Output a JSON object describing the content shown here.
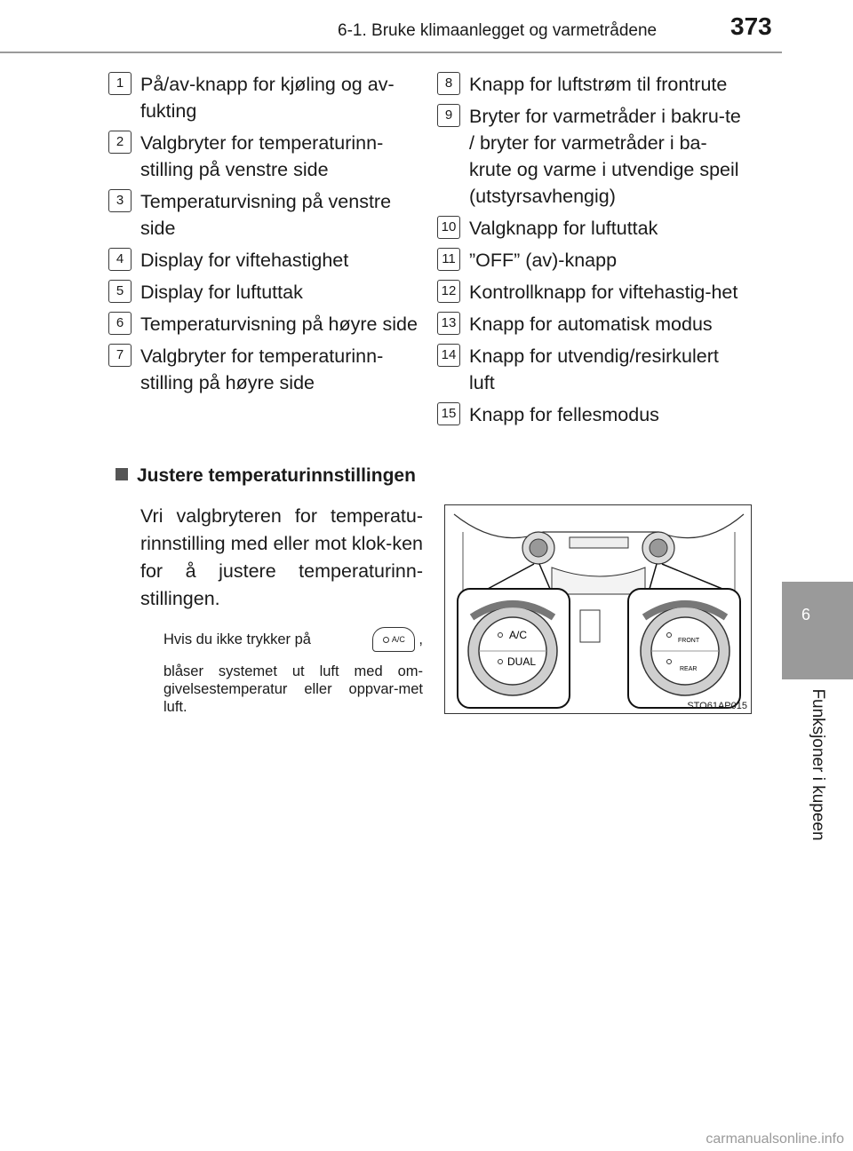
{
  "header": {
    "section_title": "6-1. Bruke klimaanlegget og varmetrådene",
    "page_number": "373"
  },
  "side_tab": {
    "chapter_number": "6",
    "chapter_title": "Funksjoner i kupeen"
  },
  "items_left": [
    {
      "n": "1",
      "text": "På/av-knapp for kjøling og av-fukting"
    },
    {
      "n": "2",
      "text": "Valgbryter for temperaturinn-stilling på venstre side"
    },
    {
      "n": "3",
      "text": "Temperaturvisning på venstre side"
    },
    {
      "n": "4",
      "text": "Display for viftehastighet"
    },
    {
      "n": "5",
      "text": "Display for luftuttak"
    },
    {
      "n": "6",
      "text": "Temperaturvisning på høyre side"
    },
    {
      "n": "7",
      "text": "Valgbryter for temperaturinn-stilling på høyre side"
    }
  ],
  "items_right": [
    {
      "n": "8",
      "text": "Knapp for luftstrøm til frontrute"
    },
    {
      "n": "9",
      "text": "Bryter for varmetråder i bakru-te / bryter for varmetråder i ba-krute og varme i utvendige speil (utstyrsavhengig)"
    },
    {
      "n": "10",
      "text": "Valgknapp for luftuttak"
    },
    {
      "n": "11",
      "text": "”OFF” (av)-knapp"
    },
    {
      "n": "12",
      "text": "Kontrollknapp for viftehastig-het"
    },
    {
      "n": "13",
      "text": "Knapp for automatisk modus"
    },
    {
      "n": "14",
      "text": "Knapp for utvendig/resirkulert luft"
    },
    {
      "n": "15",
      "text": "Knapp for fellesmodus"
    }
  ],
  "section": {
    "heading": "Justere temperaturinnstillingen",
    "body": "Vri valgbryteren for temperatu-rinnstilling med eller mot klok-ken for å justere temperaturinn-stillingen.",
    "note_before": "Hvis du ikke trykker på",
    "note_button_label": "A/C",
    "note_comma": ",",
    "note_after": "blåser systemet ut luft med om-givelsestemperatur eller oppvar-met luft."
  },
  "figure": {
    "code": "STO61AP015",
    "left_knob_labels": [
      "A/C",
      "DUAL"
    ],
    "right_knob_labels": [
      "FRONT",
      "REAR"
    ]
  },
  "footer": {
    "watermark": "carmanualsonline.info"
  }
}
